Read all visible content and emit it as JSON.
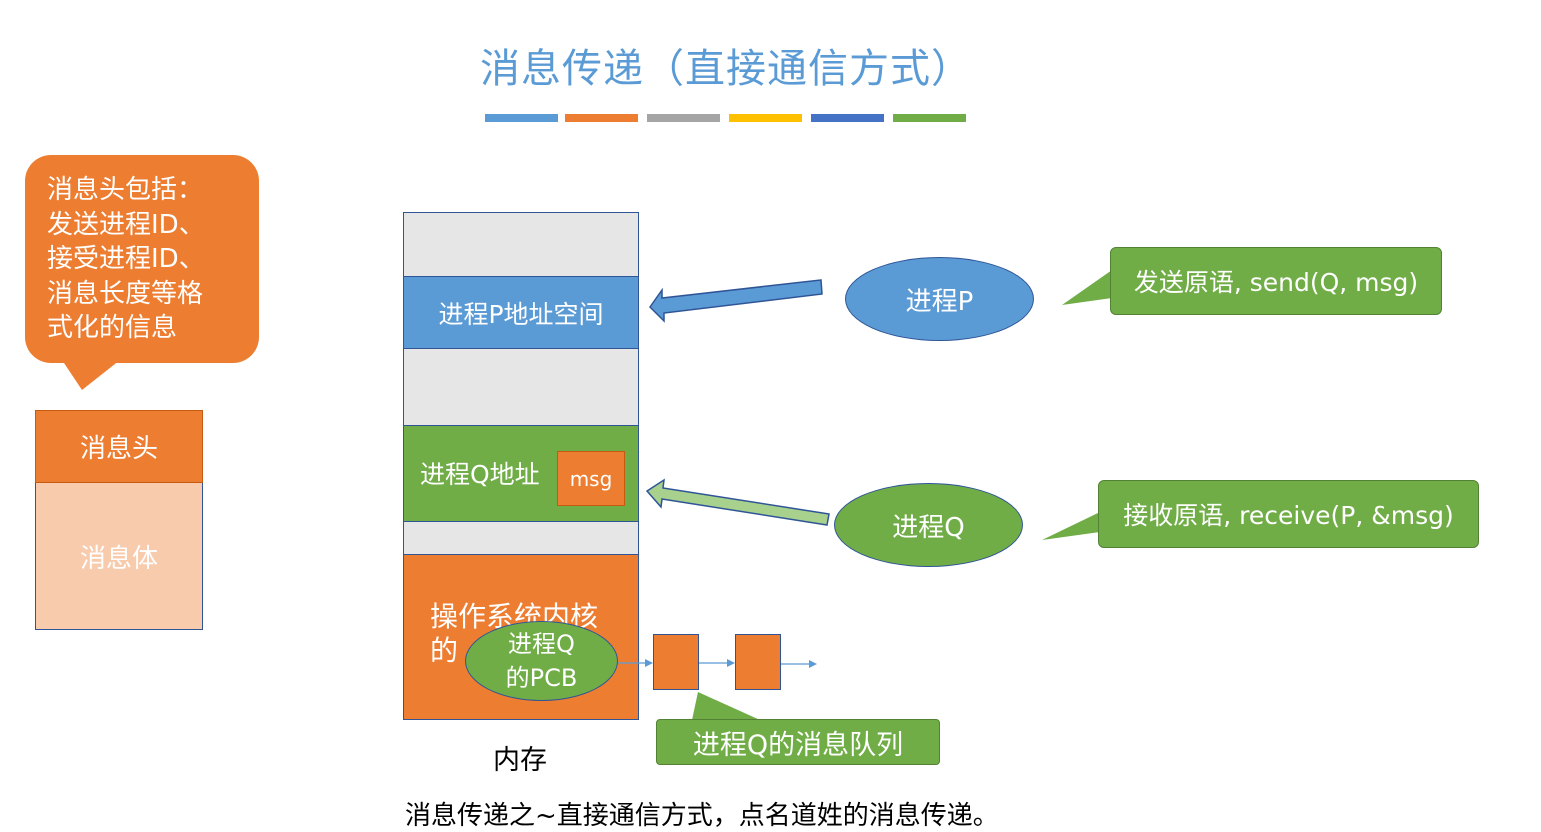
{
  "title": "消息传递（直接通信方式）",
  "title_bar_colors": [
    "#5b9bd5",
    "#ed7d31",
    "#a5a5a5",
    "#ffc000",
    "#4472c4",
    "#70ad47"
  ],
  "callout_header_info": "消息头包括：\n发送进程ID、\n接受进程ID、\n消息长度等格\n式化的信息",
  "message_structure": {
    "header": "消息头",
    "body": "消息体"
  },
  "memory": {
    "label": "内存",
    "process_p_space": "进程P地址空间",
    "process_q_space": "进程Q地址",
    "msg": "msg",
    "kernel": "操作系统内核\n的",
    "pcb": "进程Q\n的PCB"
  },
  "processes": {
    "p": "进程P",
    "q": "进程Q"
  },
  "primitives": {
    "send": "发送原语, send(Q, msg)",
    "receive": "接收原语, receive(P, &msg)"
  },
  "queue_label": "进程Q的消息队列",
  "bottom_text": "消息传递之~直接通信方式，点名道姓的消息传递。",
  "colors": {
    "blue": "#5b9bd5",
    "orange": "#ed7d31",
    "green": "#70ad47",
    "light_orange": "#f8cbad",
    "light_gray": "#e7e6e6",
    "border": "#2f5597"
  }
}
